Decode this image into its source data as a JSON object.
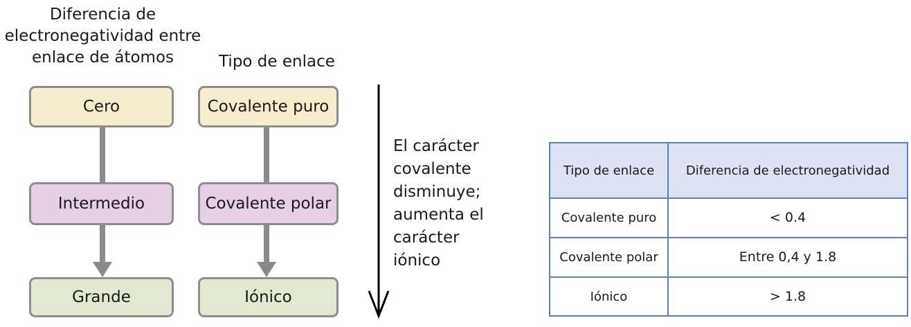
{
  "headers": {
    "difference": "Diferencia de electronegatividad entre enlace de átomos",
    "bond_type": "Tipo de enlace"
  },
  "left_column": [
    "Cero",
    "Intermedio",
    "Grande"
  ],
  "right_column": [
    "Covalente puro",
    "Covalente polar",
    "Iónico"
  ],
  "trend_text": "El carácter covalente disminuye; aumenta el carácter iónico",
  "table": {
    "headers": [
      "Tipo de enlace",
      "Diferencia de electronegatividad"
    ],
    "rows": [
      [
        "Covalente puro",
        "< 0.4"
      ],
      [
        "Covalente polar",
        "Entre 0,4 y 1.8"
      ],
      [
        "Iónico",
        "> 1.8"
      ]
    ]
  },
  "colors": {
    "box_top": "#f5edce",
    "box_middle": "#e4cfe4",
    "box_bottom": "#e3e8d2",
    "connector": "#8a8a8a",
    "table_header": "#dde3f3",
    "table_border": "#5a7fc3"
  }
}
